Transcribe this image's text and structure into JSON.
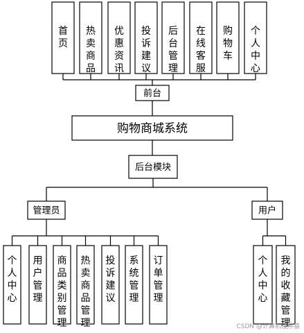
{
  "diagram": {
    "root": "购物商城系统",
    "front": {
      "label": "前台",
      "modules": [
        "首页",
        "热卖商品",
        "优惠资讯",
        "投诉建议",
        "后台管理",
        "在线客服",
        "购物车",
        "个人中心"
      ]
    },
    "back": {
      "label": "后台模块",
      "roles": [
        {
          "label": "管理员",
          "modules": [
            "个人中心",
            "用户管理",
            "商品类别管理",
            "热卖商品管理",
            "投诉建议",
            "系统管理",
            "订单管理"
          ]
        },
        {
          "label": "用户",
          "modules": [
            "个人中心",
            "我的收藏管理"
          ]
        }
      ]
    }
  },
  "watermark": "CSDN @计算机程序猿"
}
